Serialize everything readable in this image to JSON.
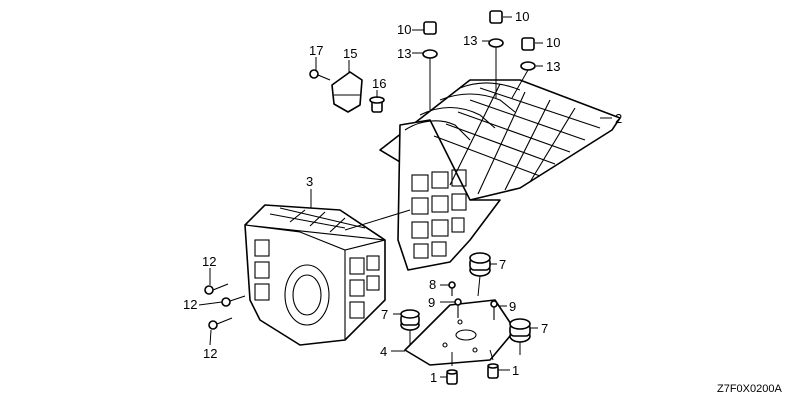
{
  "diagram_code": "Z7F0X0200A",
  "callouts": [
    {
      "id": "c17a",
      "text": "17"
    },
    {
      "id": "c15",
      "text": "15"
    },
    {
      "id": "c16",
      "text": "16"
    },
    {
      "id": "c10a",
      "text": "10"
    },
    {
      "id": "c13a",
      "text": "13"
    },
    {
      "id": "c10b",
      "text": "10"
    },
    {
      "id": "c13b",
      "text": "13"
    },
    {
      "id": "c10c",
      "text": "10"
    },
    {
      "id": "c13c",
      "text": "13"
    },
    {
      "id": "c2",
      "text": "2"
    },
    {
      "id": "c3",
      "text": "3"
    },
    {
      "id": "c12a",
      "text": "12"
    },
    {
      "id": "c12b",
      "text": "12"
    },
    {
      "id": "c12c",
      "text": "12"
    },
    {
      "id": "c7a",
      "text": "7"
    },
    {
      "id": "c8",
      "text": "8"
    },
    {
      "id": "c9a",
      "text": "9"
    },
    {
      "id": "c9b",
      "text": "9"
    },
    {
      "id": "c7b",
      "text": "7"
    },
    {
      "id": "c7c",
      "text": "7"
    },
    {
      "id": "c4",
      "text": "4"
    },
    {
      "id": "c1a",
      "text": "1"
    },
    {
      "id": "c1b",
      "text": "1"
    }
  ]
}
